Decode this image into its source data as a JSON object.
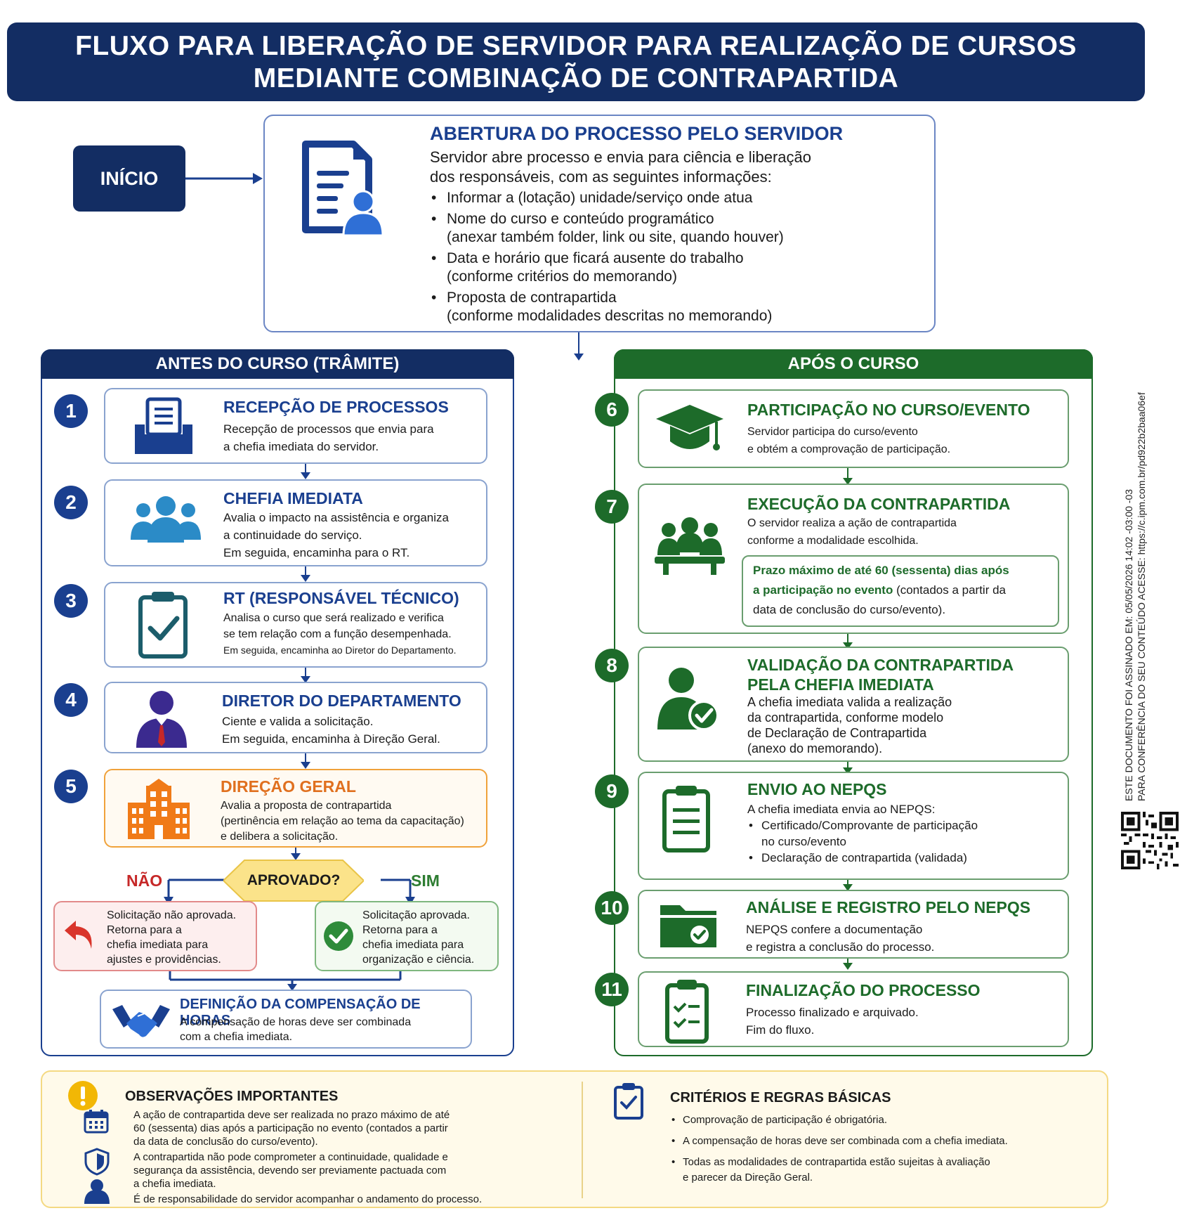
{
  "header": {
    "line1": "FLUXO PARA LIBERAÇÃO DE SERVIDOR PARA REALIZAÇÃO DE CURSOS",
    "line2": "MEDIANTE COMBINAÇÃO DE CONTRAPARTIDA"
  },
  "start": {
    "label": "INÍCIO"
  },
  "opening": {
    "title": "ABERTURA DO PROCESSO PELO SERVIDOR",
    "desc1": "Servidor abre processo e envia para ciência e liberação",
    "desc2": "dos responsáveis, com as seguintes informações:",
    "items": [
      {
        "main": "Informar a (lotação) unidade/serviço onde atua",
        "sub": ""
      },
      {
        "main": "Nome do curso e conteúdo programático",
        "sub": "(anexar também folder, link ou site, quando houver)"
      },
      {
        "main": "Data e horário que ficará ausente do trabalho",
        "sub": "(conforme critérios do memorando)"
      },
      {
        "main": "Proposta de contrapartida",
        "sub": "(conforme modalidades descritas no memorando)"
      }
    ]
  },
  "before": {
    "header": "ANTES DO CURSO (TRÂMITE)",
    "steps": [
      {
        "num": "1",
        "title": "RECEPÇÃO DE PROCESSOS",
        "l1": "Recepção de processos que envia para",
        "l2": "a chefia imediata do servidor.",
        "l3": ""
      },
      {
        "num": "2",
        "title": "CHEFIA IMEDIATA",
        "l1": "Avalia o impacto na assistência e organiza",
        "l2": "a continuidade do serviço.",
        "l3": "Em seguida, encaminha para o RT."
      },
      {
        "num": "3",
        "title": "RT (RESPONSÁVEL TÉCNICO)",
        "l1": "Analisa o curso que será realizado e verifica",
        "l2": "se tem relação com a função desempenhada.",
        "l3": "Em seguida, encaminha ao Diretor do Departamento."
      },
      {
        "num": "4",
        "title": "DIRETOR DO DEPARTAMENTO",
        "l1": "Ciente e valida a solicitação.",
        "l2": "Em seguida, encaminha à Direção Geral.",
        "l3": ""
      },
      {
        "num": "5",
        "title": "DIREÇÃO GERAL",
        "l1": "Avalia a proposta de contrapartida",
        "l2": "(pertinência em relação ao tema da capacitação)",
        "l3": "e delibera a solicitação."
      }
    ],
    "decision": {
      "question": "APROVADO?",
      "no": "NÃO",
      "yes": "SIM",
      "no_text": [
        "Solicitação não aprovada.",
        "Retorna para a",
        "chefia imediata para",
        "ajustes e providências."
      ],
      "yes_text": [
        "Solicitação aprovada.",
        "Retorna para a",
        "chefia imediata para",
        "organização e ciência."
      ]
    },
    "compensation": {
      "title": "DEFINIÇÃO DA COMPENSAÇÃO DE HORAS",
      "l1": "A compensação de horas deve ser combinada",
      "l2": "com a chefia imediata."
    }
  },
  "after": {
    "header": "APÓS O CURSO",
    "steps": [
      {
        "num": "6",
        "title": "PARTICIPAÇÃO NO CURSO/EVENTO",
        "l1": "Servidor participa do curso/evento",
        "l2": "e obtém a comprovação de participação."
      },
      {
        "num": "7",
        "title": "EXECUÇÃO DA CONTRAPARTIDA",
        "l1": "O servidor realiza a ação de contrapartida",
        "l2": "conforme a modalidade escolhida."
      },
      {
        "num": "8",
        "title": "VALIDAÇÃO DA CONTRAPARTIDA",
        "title2": "PELA CHEFIA IMEDIATA",
        "lines": [
          "A chefia imediata valida a realização",
          "da contrapartida, conforme modelo",
          "de Declaração de Contrapartida",
          "(anexo do memorando)."
        ]
      },
      {
        "num": "9",
        "title": "ENVIO AO NEPQS",
        "l1": "A chefia imediata envia ao NEPQS:",
        "b1": "Certificado/Comprovante de participação",
        "b1b": "no curso/evento",
        "b2": "Declaração de contrapartida (validada)"
      },
      {
        "num": "10",
        "title": "ANÁLISE E REGISTRO PELO NEPQS",
        "l1": "NEPQS confere a documentação",
        "l2": "e registra a conclusão do processo."
      },
      {
        "num": "11",
        "title": "FINALIZAÇÃO DO PROCESSO",
        "l1": "Processo finalizado e arquivado.",
        "l2": "Fim do fluxo."
      }
    ],
    "deadline": {
      "hl1": "Prazo máximo de até 60 (sessenta) dias após",
      "hl2": "a participação no evento",
      "rest2": " (contados a partir da",
      "rest3": "data de conclusão do curso/evento)."
    }
  },
  "notes": {
    "title": "OBSERVAÇÕES IMPORTANTES",
    "n1": [
      "A ação de contrapartida deve ser realizada no prazo máximo de até",
      "60 (sessenta) dias após a participação no evento (contados a partir",
      "da data de conclusão do curso/evento)."
    ],
    "n2": [
      "A contrapartida não pode comprometer a continuidade, qualidade e",
      "segurança da assistência, devendo ser previamente pactuada com",
      "a chefia imediata."
    ],
    "n3": "É de responsabilidade do servidor acompanhar o andamento do processo."
  },
  "criteria": {
    "title": "CRITÉRIOS E REGRAS BÁSICAS",
    "items": [
      {
        "l1": "Comprovação de participação é obrigatória.",
        "l2": ""
      },
      {
        "l1": "A compensação de horas deve ser combinada com a chefia imediata.",
        "l2": ""
      },
      {
        "l1": "Todas as modalidades de contrapartida estão sujeitas à avaliação",
        "l2": "e parecer da Direção Geral."
      }
    ]
  },
  "stamp": {
    "line1": "ESTE DOCUMENTO FOI ASSINADO EM: 05/05/2026 14:02 -03:00 -03",
    "line2": "PARA CONFERÊNCIA DO SEU CONTEÚDO ACESSE: https://c.ipm.com.br/pd922b2baa06ef"
  },
  "colors": {
    "navy": "#132d63",
    "blue": "#1a3f8f",
    "green": "#1d6b2a",
    "orange": "#e0701f",
    "red": "#c62828"
  }
}
